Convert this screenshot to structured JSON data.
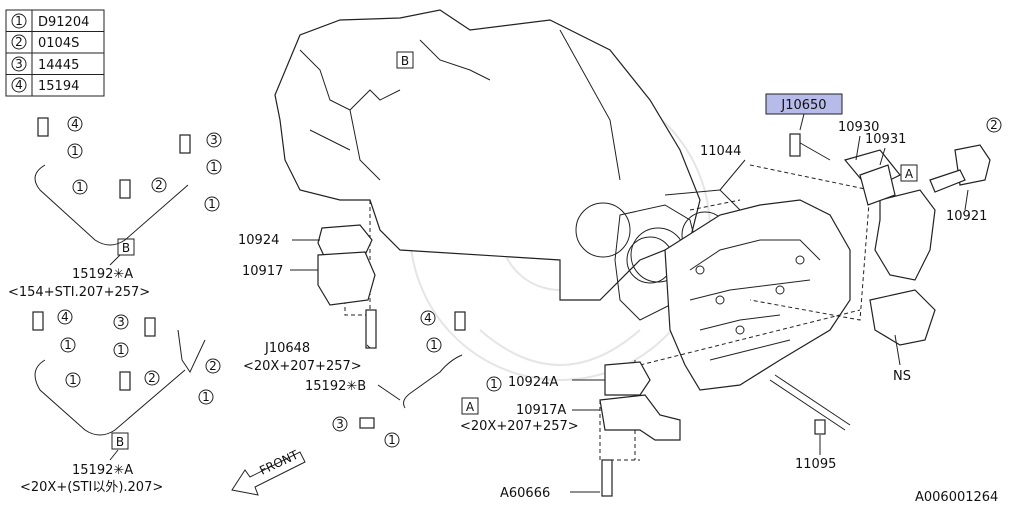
{
  "legend": [
    {
      "num": "1",
      "code": "D91204"
    },
    {
      "num": "2",
      "code": "0104S"
    },
    {
      "num": "3",
      "code": "14445"
    },
    {
      "num": "4",
      "code": "15194"
    }
  ],
  "callouts": {
    "c_4a": "4",
    "c_1a": "1",
    "c_1b": "1",
    "c_3a": "3",
    "c_1c": "1",
    "c_2a": "2",
    "c_1d": "1",
    "c_4b": "4",
    "c_1e": "1",
    "c_1f": "1",
    "c_3b": "3",
    "c_1g": "1",
    "c_2b": "2",
    "c_2c": "2",
    "c_1h": "1",
    "c_4c": "4",
    "c_1i": "1",
    "c_1j": "1",
    "c_3c": "3",
    "c_1k": "1",
    "c_2d": "2"
  },
  "box_refs": {
    "b_top": "B",
    "b_left1": "B",
    "b_left2": "B",
    "a_mid": "A",
    "a_right": "A"
  },
  "labels": {
    "j10650": "J10650",
    "p10930": "10930",
    "p10931": "10931",
    "p11044": "11044",
    "p10921": "10921",
    "p10924": "10924",
    "p10917": "10917",
    "j10648": "J10648",
    "j10648_note": "<20X+207+257>",
    "p15192b": "15192✳B",
    "p10924a": "10924A",
    "p10917a": "10917A",
    "p10917a_note": "<20X+207+257>",
    "ns": "NS",
    "p11095": "11095",
    "a60666": "A60666",
    "p15192a_top": "15192✳A",
    "p15192a_top_note": "<154+STI.207+257>",
    "p15192a_bot": "15192✳A",
    "p15192a_bot_note": "<20X+(STI以外).207>",
    "front": "FRONT",
    "diagram_id": "A006001264"
  },
  "colors": {
    "highlight_fill": "#b6bbe9",
    "line": "#222222",
    "watermark": "#cccccc"
  }
}
